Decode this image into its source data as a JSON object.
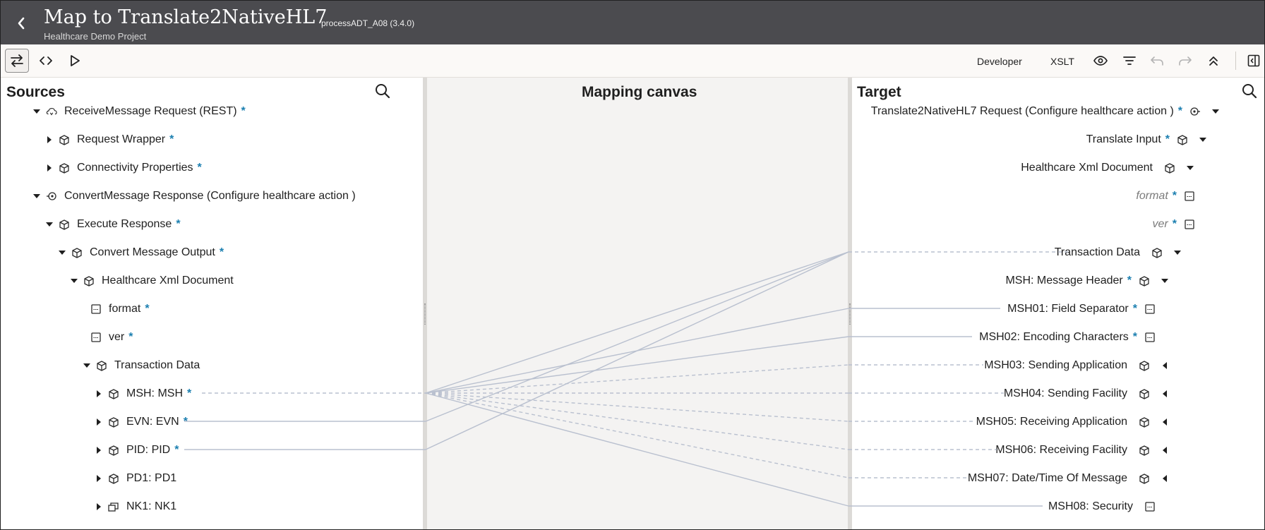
{
  "header": {
    "back_label": "‹",
    "title": "Map to Translate2NativeHL7",
    "subtitle": "Healthcare Demo Project",
    "version": "processADT_A08 (3.4.0)"
  },
  "toolbar": {
    "developer_label": "Developer",
    "xslt_label": "XSLT"
  },
  "sources": {
    "title": "Sources",
    "items": [
      {
        "label": "ReceiveMessage Request (REST)",
        "required": "*",
        "icon": "rest-trigger-icon",
        "caret": "expanded"
      },
      {
        "label": "Request Wrapper",
        "required": "*",
        "icon": "object-icon",
        "caret": "collapsed"
      },
      {
        "label": "Connectivity Properties",
        "required": "*",
        "icon": "object-icon",
        "caret": "collapsed"
      },
      {
        "label": "ConvertMessage Response (Configure healthcare action )",
        "required": "",
        "icon": "invoke-response-icon",
        "caret": "expanded"
      },
      {
        "label": "Execute Response",
        "required": "*",
        "icon": "object-icon",
        "caret": "expanded"
      },
      {
        "label": "Convert Message Output",
        "required": "*",
        "icon": "object-icon",
        "caret": "expanded"
      },
      {
        "label": "Healthcare Xml Document",
        "required": "",
        "icon": "object-icon",
        "caret": "expanded"
      },
      {
        "label": "format",
        "required": "*",
        "icon": "string-field-icon",
        "caret": "none"
      },
      {
        "label": "ver",
        "required": "*",
        "icon": "string-field-icon",
        "caret": "none"
      },
      {
        "label": "Transaction Data",
        "required": "",
        "icon": "object-icon",
        "caret": "expanded"
      },
      {
        "label": "MSH: MSH",
        "required": "*",
        "icon": "object-icon",
        "caret": "collapsed"
      },
      {
        "label": "EVN: EVN",
        "required": "*",
        "icon": "object-icon",
        "caret": "collapsed"
      },
      {
        "label": "PID: PID",
        "required": "*",
        "icon": "object-icon",
        "caret": "collapsed"
      },
      {
        "label": "PD1: PD1",
        "required": "",
        "icon": "object-icon",
        "caret": "collapsed"
      },
      {
        "label": "NK1: NK1",
        "required": "",
        "icon": "repeating-object-icon",
        "caret": "collapsed"
      }
    ]
  },
  "canvas": {
    "title": "Mapping canvas"
  },
  "target": {
    "title": "Target",
    "items": [
      {
        "label": "Translate2NativeHL7 Request (Configure healthcare action )",
        "required": "*",
        "icon": "invoke-request-icon",
        "caret": "expanded"
      },
      {
        "label": "Translate Input",
        "required": "*",
        "icon": "object-icon",
        "caret": "expanded"
      },
      {
        "label": "Healthcare Xml Document",
        "required": "",
        "icon": "object-icon",
        "caret": "expanded"
      },
      {
        "label": "format",
        "required": "*",
        "icon": "string-field-icon",
        "caret": "none"
      },
      {
        "label": "ver",
        "required": "*",
        "icon": "string-field-icon",
        "caret": "none"
      },
      {
        "label": "Transaction Data",
        "required": "",
        "icon": "object-icon",
        "caret": "expanded"
      },
      {
        "label": "MSH: Message Header",
        "required": "*",
        "icon": "object-icon",
        "caret": "expanded"
      },
      {
        "label": "MSH01: Field Separator",
        "required": "*",
        "icon": "string-field-icon",
        "caret": "none"
      },
      {
        "label": "MSH02: Encoding Characters",
        "required": "*",
        "icon": "string-field-icon",
        "caret": "none"
      },
      {
        "label": "MSH03: Sending Application",
        "required": "",
        "icon": "object-icon",
        "caret": "collapsed"
      },
      {
        "label": "MSH04: Sending Facility",
        "required": "",
        "icon": "object-icon",
        "caret": "collapsed"
      },
      {
        "label": "MSH05: Receiving Application",
        "required": "",
        "icon": "object-icon",
        "caret": "collapsed"
      },
      {
        "label": "MSH06: Receiving Facility",
        "required": "",
        "icon": "object-icon",
        "caret": "collapsed"
      },
      {
        "label": "MSH07: Date/Time Of Message",
        "required": "",
        "icon": "object-icon",
        "caret": "collapsed"
      },
      {
        "label": "MSH08: Security",
        "required": "",
        "icon": "string-field-icon",
        "caret": "none"
      }
    ]
  },
  "colors": {
    "header_bg": "#4b4b4f",
    "required_marker": "#1b7fb0",
    "mapping_line": "#b9c0cf"
  }
}
